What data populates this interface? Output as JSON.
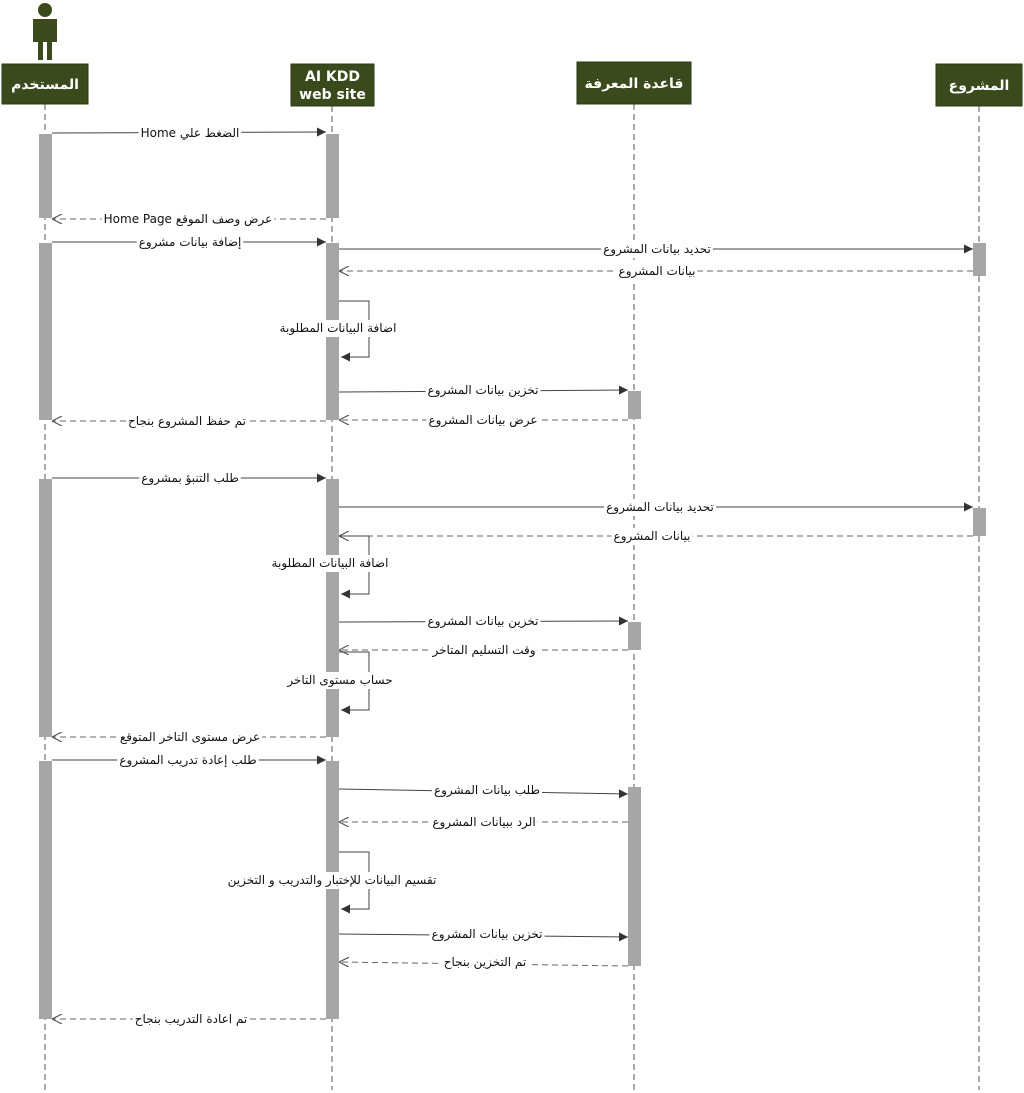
{
  "colors": {
    "header_fill": "#3a4a1c",
    "header_text": "#ffffff",
    "activation": "#a6a6a6",
    "line": "#444444"
  },
  "actor_icon": "person-icon",
  "participants": [
    {
      "id": "user",
      "lines": [
        "المستخدم"
      ]
    },
    {
      "id": "site",
      "lines": [
        "AI KDD",
        "web site"
      ]
    },
    {
      "id": "kb",
      "lines": [
        "قاعدة المعرفة"
      ]
    },
    {
      "id": "project",
      "lines": [
        "المشروع"
      ]
    }
  ],
  "messages": [
    {
      "text": "الضغط علي Home"
    },
    {
      "text": "عرض وصف الموقع Home Page"
    },
    {
      "text": "إضافة بيانات مشروع"
    },
    {
      "text": "تحديد بيانات المشروع"
    },
    {
      "text": "بيانات المشروع"
    },
    {
      "text": "اضافة البيانات المطلوبة"
    },
    {
      "text": "تخزين بيانات المشروع"
    },
    {
      "text": "عرض بيانات المشروع"
    },
    {
      "text": "تم حفظ المشروع بنجاح"
    },
    {
      "text": "طلب التنبؤ بمشروع"
    },
    {
      "text": "تحديد بيانات المشروع"
    },
    {
      "text": "بيانات المشروع"
    },
    {
      "text": "اضافة البيانات المطلوبة"
    },
    {
      "text": "تخزين بيانات المشروع"
    },
    {
      "text": "وقت التسليم المتاخر"
    },
    {
      "text": "حساب مستوى التاخر"
    },
    {
      "text": "عرض مستوى التاخر المتوقع"
    },
    {
      "text": "طلب إعادة تدريب المشروع"
    },
    {
      "text": "طلب بيانات المشروع"
    },
    {
      "text": "الرد ببيانات المشروع"
    },
    {
      "text": "تقسيم البيانات للإختبار والتدريب و التخزين"
    },
    {
      "text": "تخزين بيانات المشروع"
    },
    {
      "text": "تم التخزين بنجاح"
    },
    {
      "text": "تم اعادة التدريب بنجاح"
    }
  ]
}
